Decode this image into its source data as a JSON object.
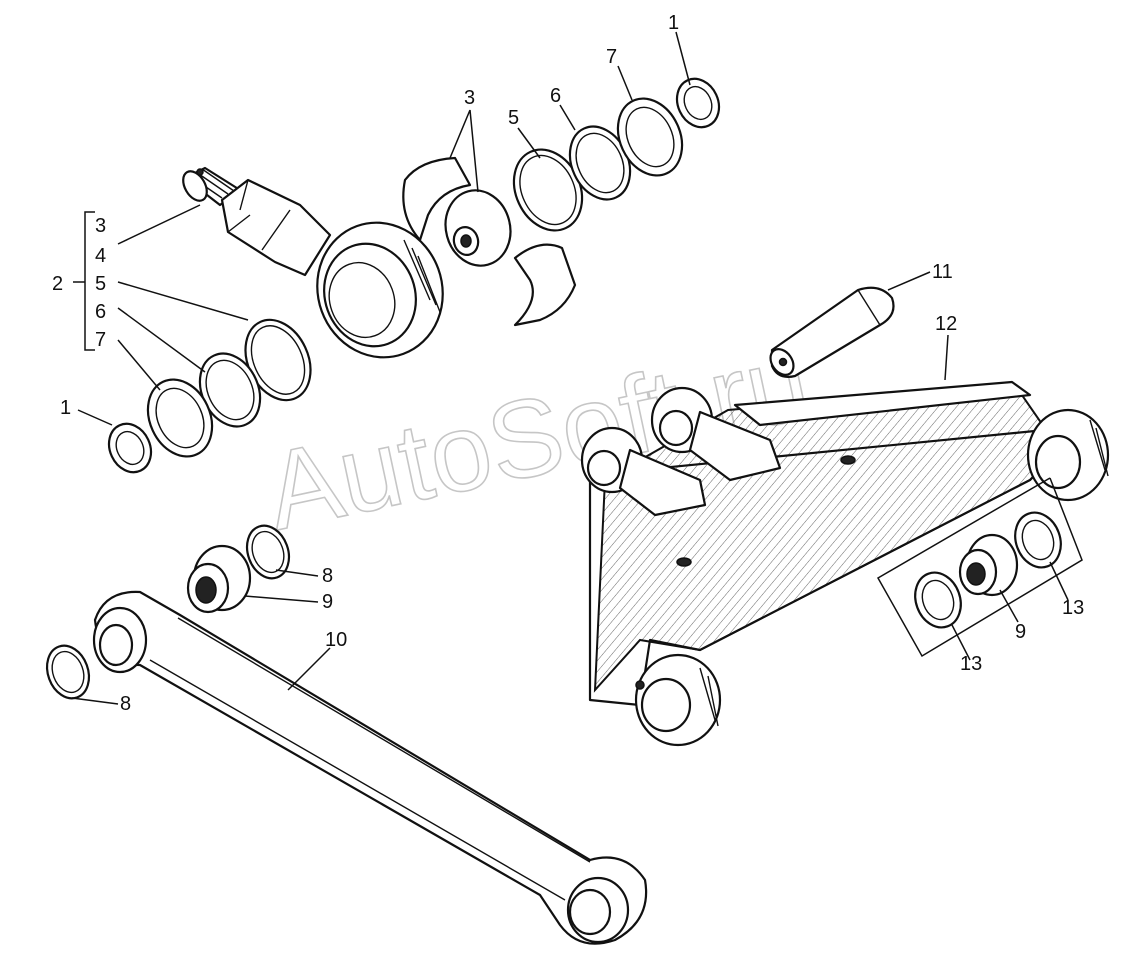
{
  "watermark": "AutoSoft.ru",
  "callouts": {
    "top_1": "1",
    "top_7": "7",
    "top_6": "6",
    "top_5": "5",
    "top_3": "3",
    "left_1": "1",
    "group_2": "2",
    "group_3": "3",
    "group_4": "4",
    "group_5": "5",
    "group_6": "6",
    "group_7": "7",
    "pin_11": "11",
    "bracket_12": "12",
    "ring_8_upper": "8",
    "bearing_9_upper": "9",
    "link_10": "10",
    "ring_8_lower": "8",
    "bearing_9_right": "9",
    "seal_13_right": "13",
    "seal_13_lower": "13"
  }
}
